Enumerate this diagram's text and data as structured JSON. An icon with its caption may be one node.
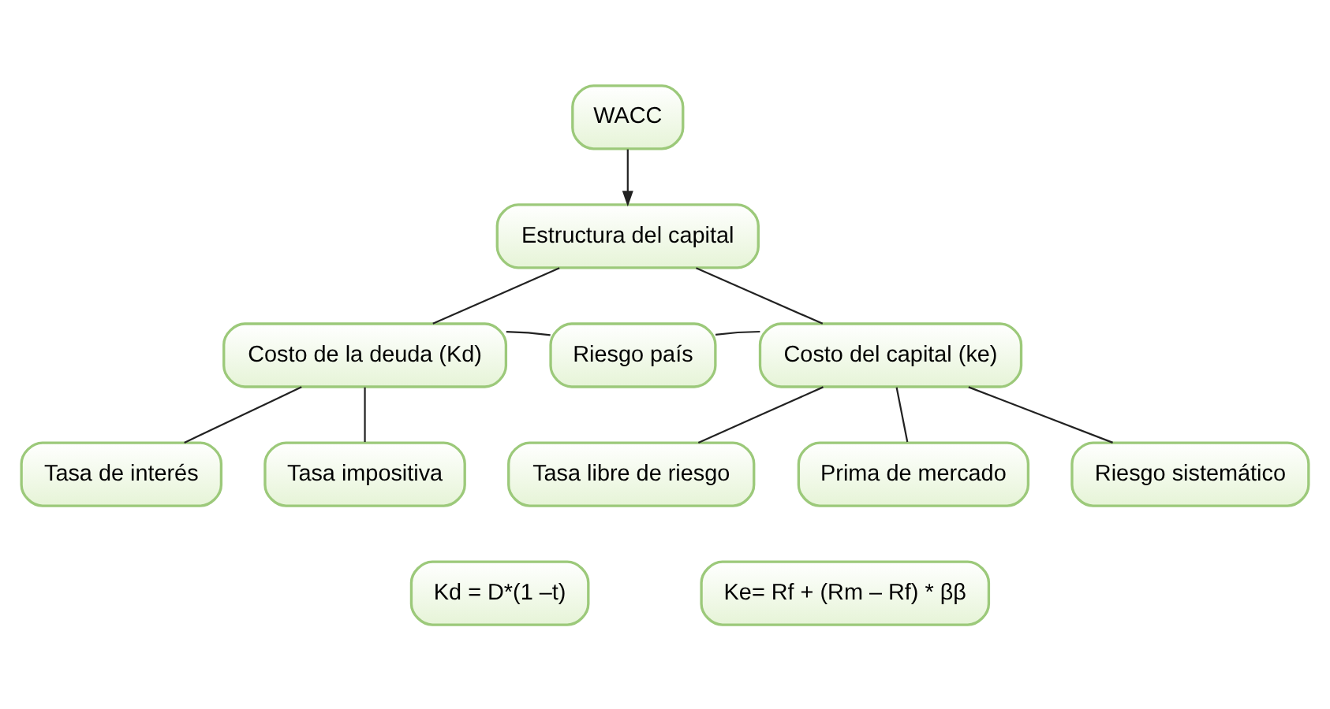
{
  "diagram": {
    "nodes": [
      {
        "text": [
          "WACC"
        ]
      },
      {
        "text": [
          "Estructura del capital"
        ]
      },
      {
        "text": [
          "Costo de la deuda (Kd)"
        ]
      },
      {
        "text": [
          "Riesgo país"
        ]
      },
      {
        "text": [
          "Costo del capital (ke)"
        ]
      },
      {
        "text": [
          "Tasa de interés"
        ]
      },
      {
        "text": [
          "Tasa impositiva"
        ]
      },
      {
        "text": [
          "Tasa libre de riesgo"
        ]
      },
      {
        "text": [
          "Prima de mercado"
        ]
      },
      {
        "text": [
          "Riesgo sistemático"
        ]
      },
      {
        "text": [
          "Kd = D*(1 –t)"
        ]
      },
      {
        "text": [
          "Ke= Rf + (Rm – Rf) * ββ"
        ]
      }
    ],
    "edges": [
      {
        "from": 0,
        "to": 1,
        "arrow": "to"
      },
      {
        "from": 1,
        "to": 2,
        "arrow": "none"
      },
      {
        "from": 1,
        "to": 4,
        "arrow": "none"
      },
      {
        "from": 3,
        "to": 2,
        "arrow": "none"
      },
      {
        "from": 3,
        "to": 4,
        "arrow": "none"
      },
      {
        "from": 2,
        "to": 5,
        "arrow": "none"
      },
      {
        "from": 2,
        "to": 6,
        "arrow": "none"
      },
      {
        "from": 4,
        "to": 7,
        "arrow": "none"
      },
      {
        "from": 4,
        "to": 8,
        "arrow": "none"
      },
      {
        "from": 4,
        "to": 9,
        "arrow": "none"
      }
    ]
  }
}
